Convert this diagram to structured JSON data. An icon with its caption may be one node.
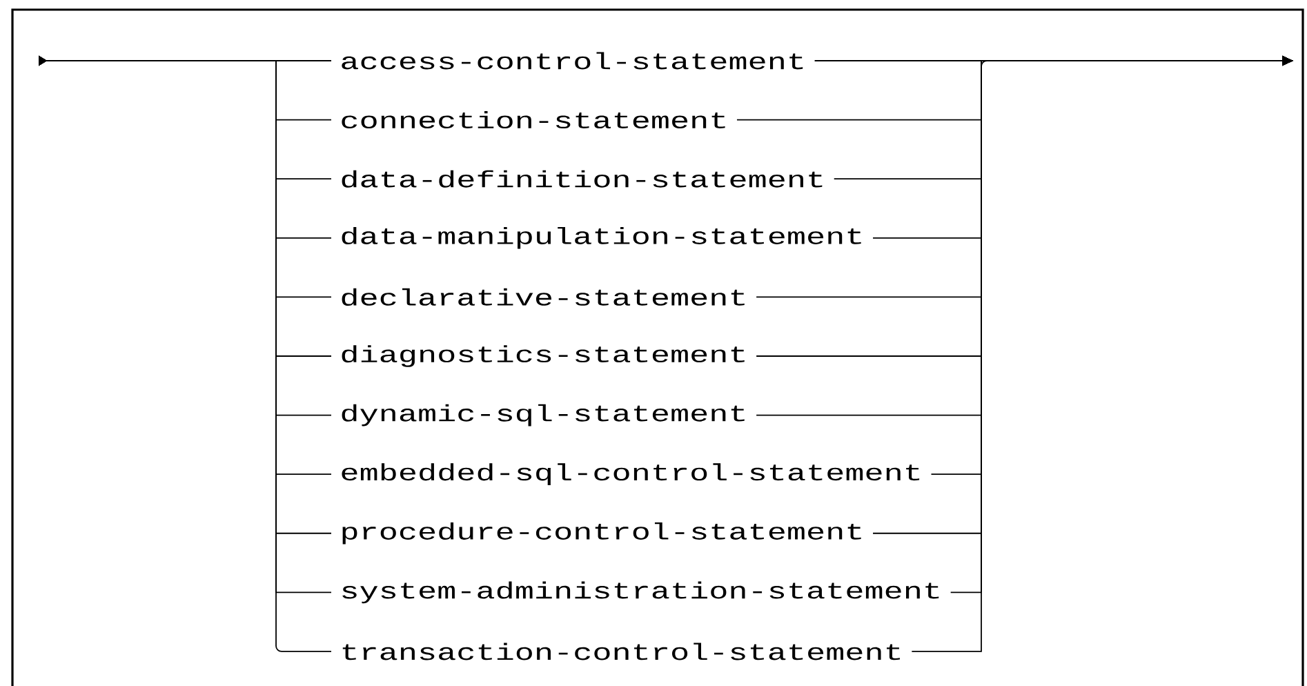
{
  "diagram": {
    "nodes": [
      {
        "text": [
          "access-control-statement"
        ]
      },
      {
        "text": [
          "connection-statement"
        ]
      },
      {
        "text": [
          "data-definition-statement"
        ]
      },
      {
        "text": [
          "data-manipulation-statement"
        ]
      },
      {
        "text": [
          "declarative-statement"
        ]
      },
      {
        "text": [
          "diagnostics-statement"
        ]
      },
      {
        "text": [
          "dynamic-sql-statement"
        ]
      },
      {
        "text": [
          "embedded-sql-control-statement"
        ]
      },
      {
        "text": [
          "procedure-control-statement"
        ]
      },
      {
        "text": [
          "system-administration-statement"
        ]
      },
      {
        "text": [
          "transaction-control-statement"
        ]
      }
    ],
    "edges": [
      {
        "from": null,
        "to": 0,
        "arrow": "to"
      },
      {
        "from": null,
        "to": 1,
        "arrow": "to"
      },
      {
        "from": null,
        "to": 2,
        "arrow": "to"
      },
      {
        "from": null,
        "to": 3,
        "arrow": "to"
      },
      {
        "from": null,
        "to": 4,
        "arrow": "to"
      },
      {
        "from": null,
        "to": 5,
        "arrow": "to"
      },
      {
        "from": null,
        "to": 6,
        "arrow": "to"
      },
      {
        "from": null,
        "to": 7,
        "arrow": "to"
      },
      {
        "from": null,
        "to": 8,
        "arrow": "to"
      },
      {
        "from": null,
        "to": 9,
        "arrow": "to"
      },
      {
        "from": null,
        "to": 10,
        "arrow": "to"
      },
      {
        "from": 0,
        "to": null,
        "arrow": "to"
      },
      {
        "from": 1,
        "to": null,
        "arrow": "to"
      },
      {
        "from": 2,
        "to": null,
        "arrow": "to"
      },
      {
        "from": 3,
        "to": null,
        "arrow": "to"
      },
      {
        "from": 4,
        "to": null,
        "arrow": "to"
      },
      {
        "from": 5,
        "to": null,
        "arrow": "to"
      },
      {
        "from": 6,
        "to": null,
        "arrow": "to"
      },
      {
        "from": 7,
        "to": null,
        "arrow": "to"
      },
      {
        "from": 8,
        "to": null,
        "arrow": "to"
      },
      {
        "from": 9,
        "to": null,
        "arrow": "to"
      },
      {
        "from": 10,
        "to": null,
        "arrow": "to"
      }
    ]
  }
}
